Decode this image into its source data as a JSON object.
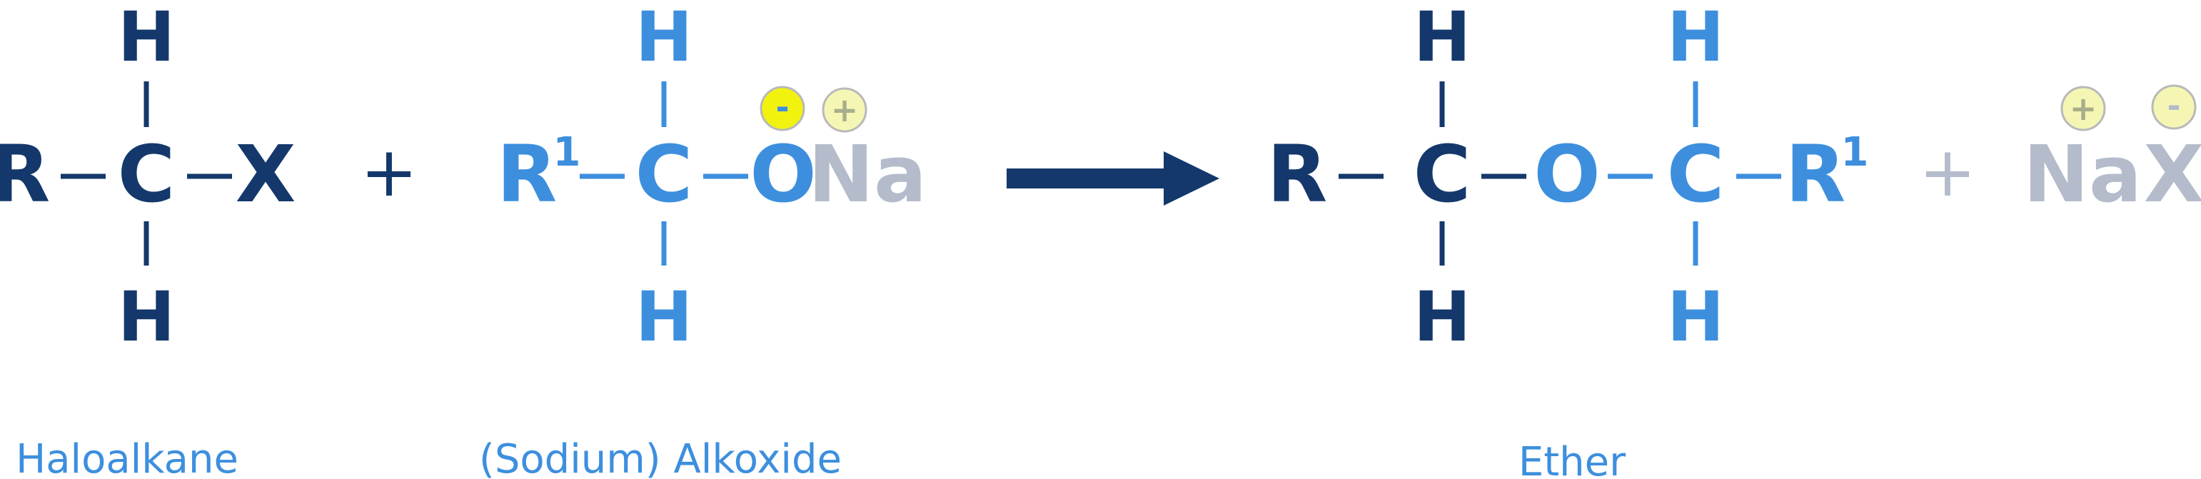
{
  "colors": {
    "dark_blue": "#14386b",
    "light_blue": "#3d8fde",
    "grey": "#b4bccb",
    "charge_minus_fill": "#f2f20f",
    "charge_plus_fill": "#f6f6b4",
    "charge_circle_stroke": "#b9b9b9"
  },
  "reactant1": {
    "r": "R",
    "c": "C",
    "x": "X",
    "h_top": "H",
    "h_bottom": "H",
    "label": "Haloalkane"
  },
  "plus_sign": "+",
  "reactant2": {
    "r": "R",
    "r_sup": "1",
    "c": "C",
    "o": "O",
    "na": "Na",
    "h_top": "H",
    "h_bottom": "H",
    "o_charge": "-",
    "na_charge": "+",
    "label": "(Sodium) Alkoxide"
  },
  "reaction_arrow": "arrow-right",
  "product": {
    "r": "R",
    "c1": "C",
    "o": "O",
    "c2": "C",
    "r1": "R",
    "r1_sup": "1",
    "h1_top": "H",
    "h1_bottom": "H",
    "h2_top": "H",
    "h2_bottom": "H",
    "label": "Ether"
  },
  "byproduct": {
    "plus": "+",
    "na": "Na",
    "x": "X",
    "na_charge": "+",
    "x_charge": "-"
  }
}
